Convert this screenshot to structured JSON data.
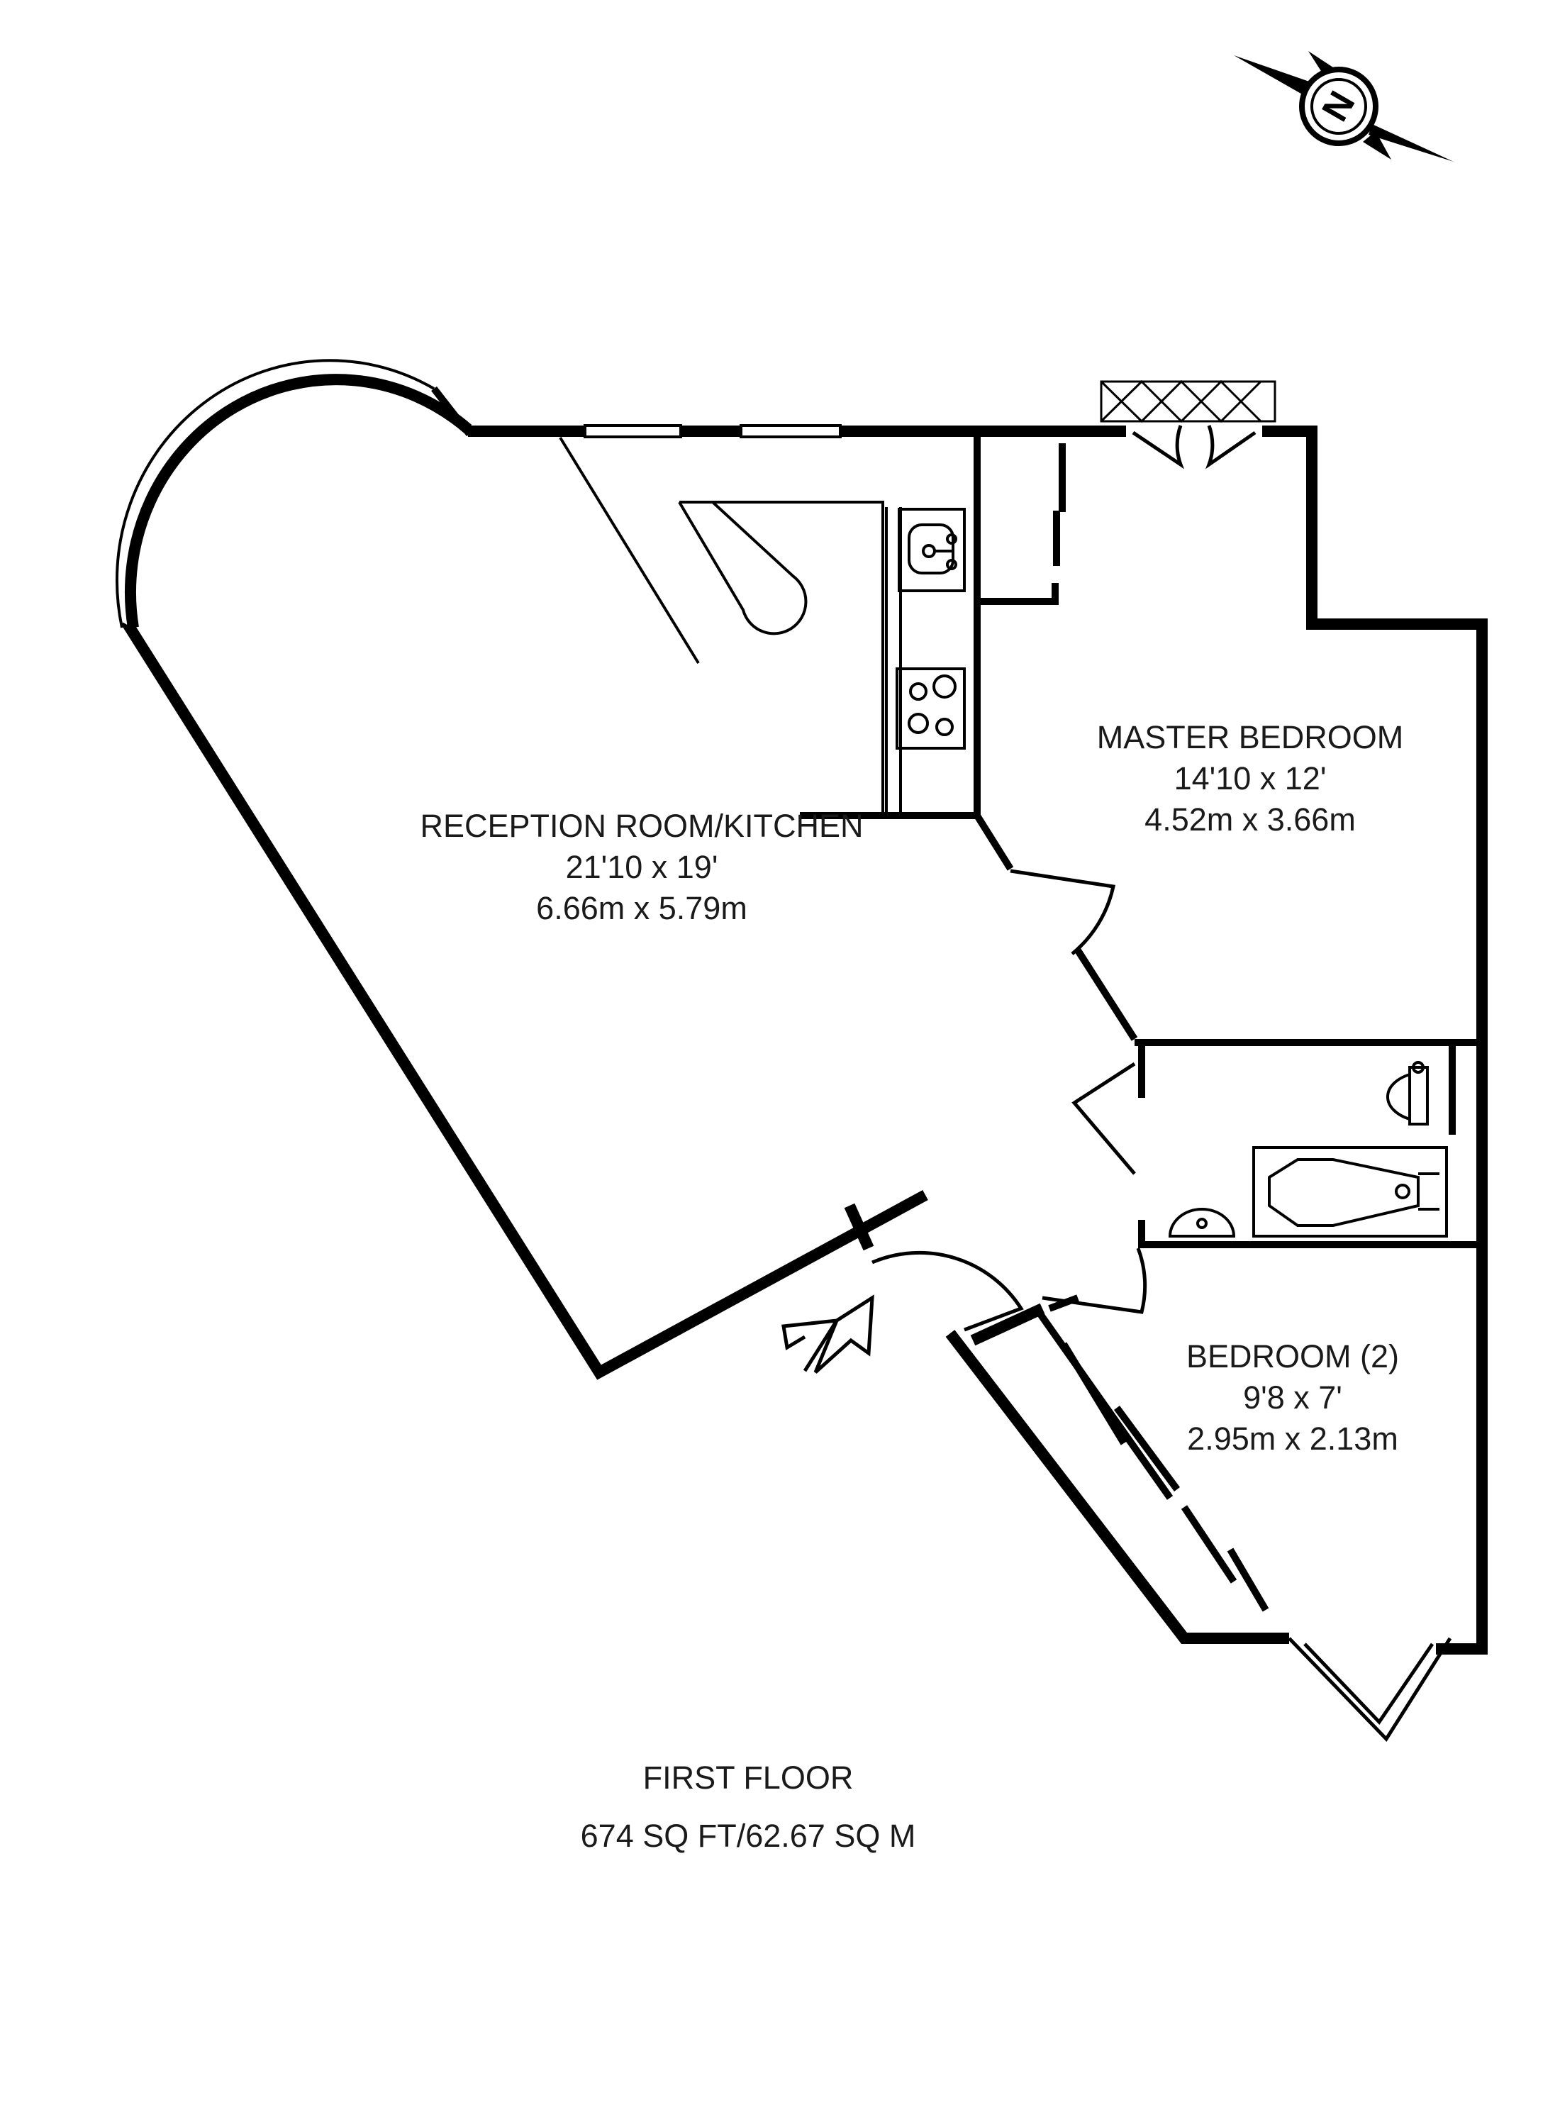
{
  "compass": {
    "letter": "N",
    "icon": "compass-icon"
  },
  "rooms": {
    "reception": {
      "name": "RECEPTION ROOM/KITCHEN",
      "imperial": "21'10 x 19'",
      "metric": "6.66m x 5.79m"
    },
    "master": {
      "name": "MASTER BEDROOM",
      "imperial": "14'10 x 12'",
      "metric": "4.52m x 3.66m"
    },
    "bedroom2": {
      "name": "BEDROOM (2)",
      "imperial": "9'8 x 7'",
      "metric": "2.95m x 2.13m"
    }
  },
  "floor": {
    "name": "FIRST FLOOR",
    "area": "674 SQ FT/62.67 SQ M"
  },
  "colors": {
    "wall": "#000000",
    "background": "#ffffff",
    "text": "#1a1a1a"
  }
}
